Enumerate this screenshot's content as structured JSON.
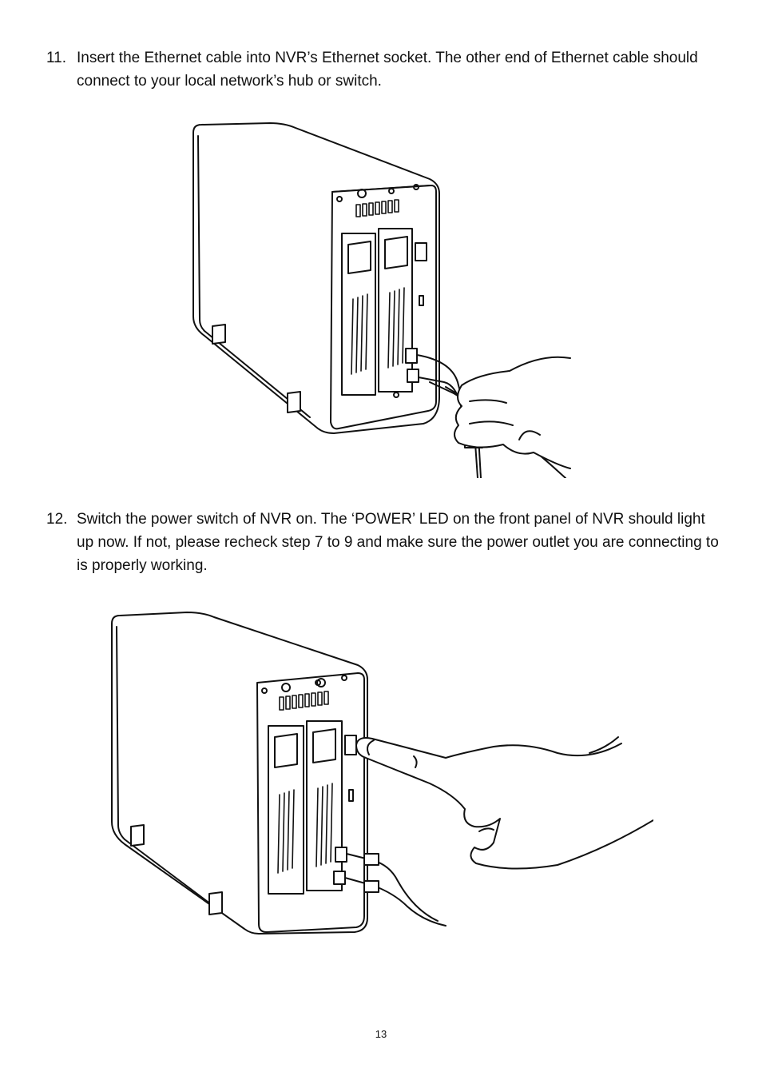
{
  "steps": [
    {
      "number": "11.",
      "text": "Insert the Ethernet cable into NVR’s Ethernet socket. The other end of Ethernet cable should connect to your local network’s hub or switch."
    },
    {
      "number": "12.",
      "text": "Switch the power switch of NVR on. The ‘POWER’ LED on the front panel of NVR should light up now. If not, please recheck step 7 to 9 and make sure the power outlet you are connecting to is properly working."
    }
  ],
  "page_number": "13"
}
